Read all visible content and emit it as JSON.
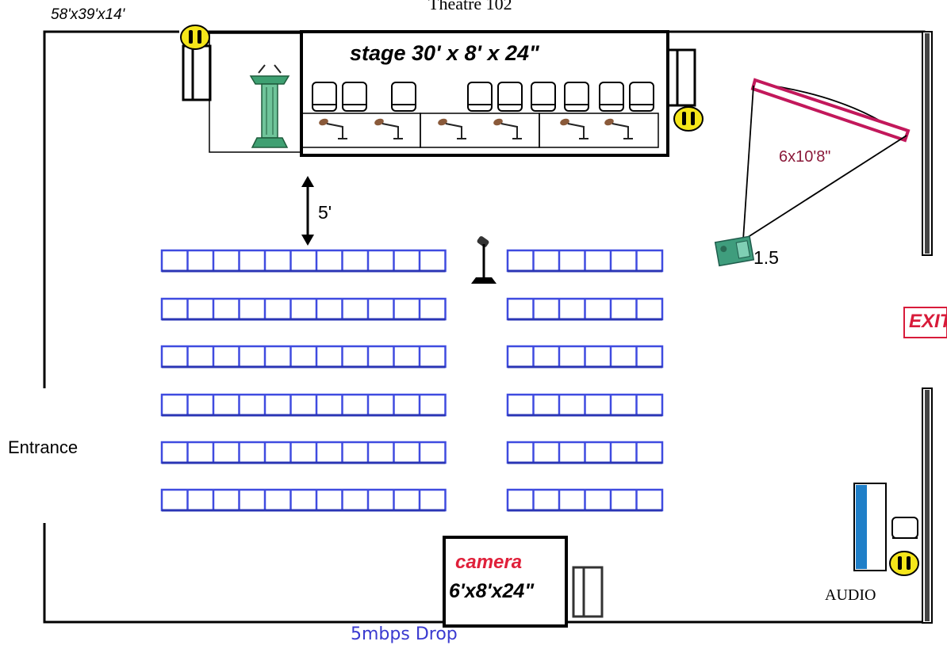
{
  "room": {
    "dimensions": "58'x39'x14'",
    "title": "Theatre 102",
    "entrance": "Entrance",
    "exit_sign": "EXIT",
    "audio": "AUDIO",
    "drop": "5mbps Drop"
  },
  "stage": {
    "label": "stage 30' x 8' x 24\"",
    "chairs": 9,
    "microphones": 6
  },
  "aisle": {
    "gap_label": "5'"
  },
  "screen": {
    "label": "6x10'8\"",
    "distance_label": "1.5"
  },
  "camera": {
    "label": "camera",
    "platform": "6'x8'x24\""
  },
  "seating": {
    "rows": 6,
    "left_block_seats_per_row": 11,
    "right_block_seats_per_row": 6
  },
  "colors": {
    "wall": "#000000",
    "chair_blue": "#3f4be0",
    "screen_red": "#c2185b",
    "drop_blue": "#3a3ad0",
    "camera_red": "#e0203a",
    "exit_red": "#d81b3a",
    "outlet_yellow": "#f5e61a",
    "podium_green": "#2e8b57"
  }
}
